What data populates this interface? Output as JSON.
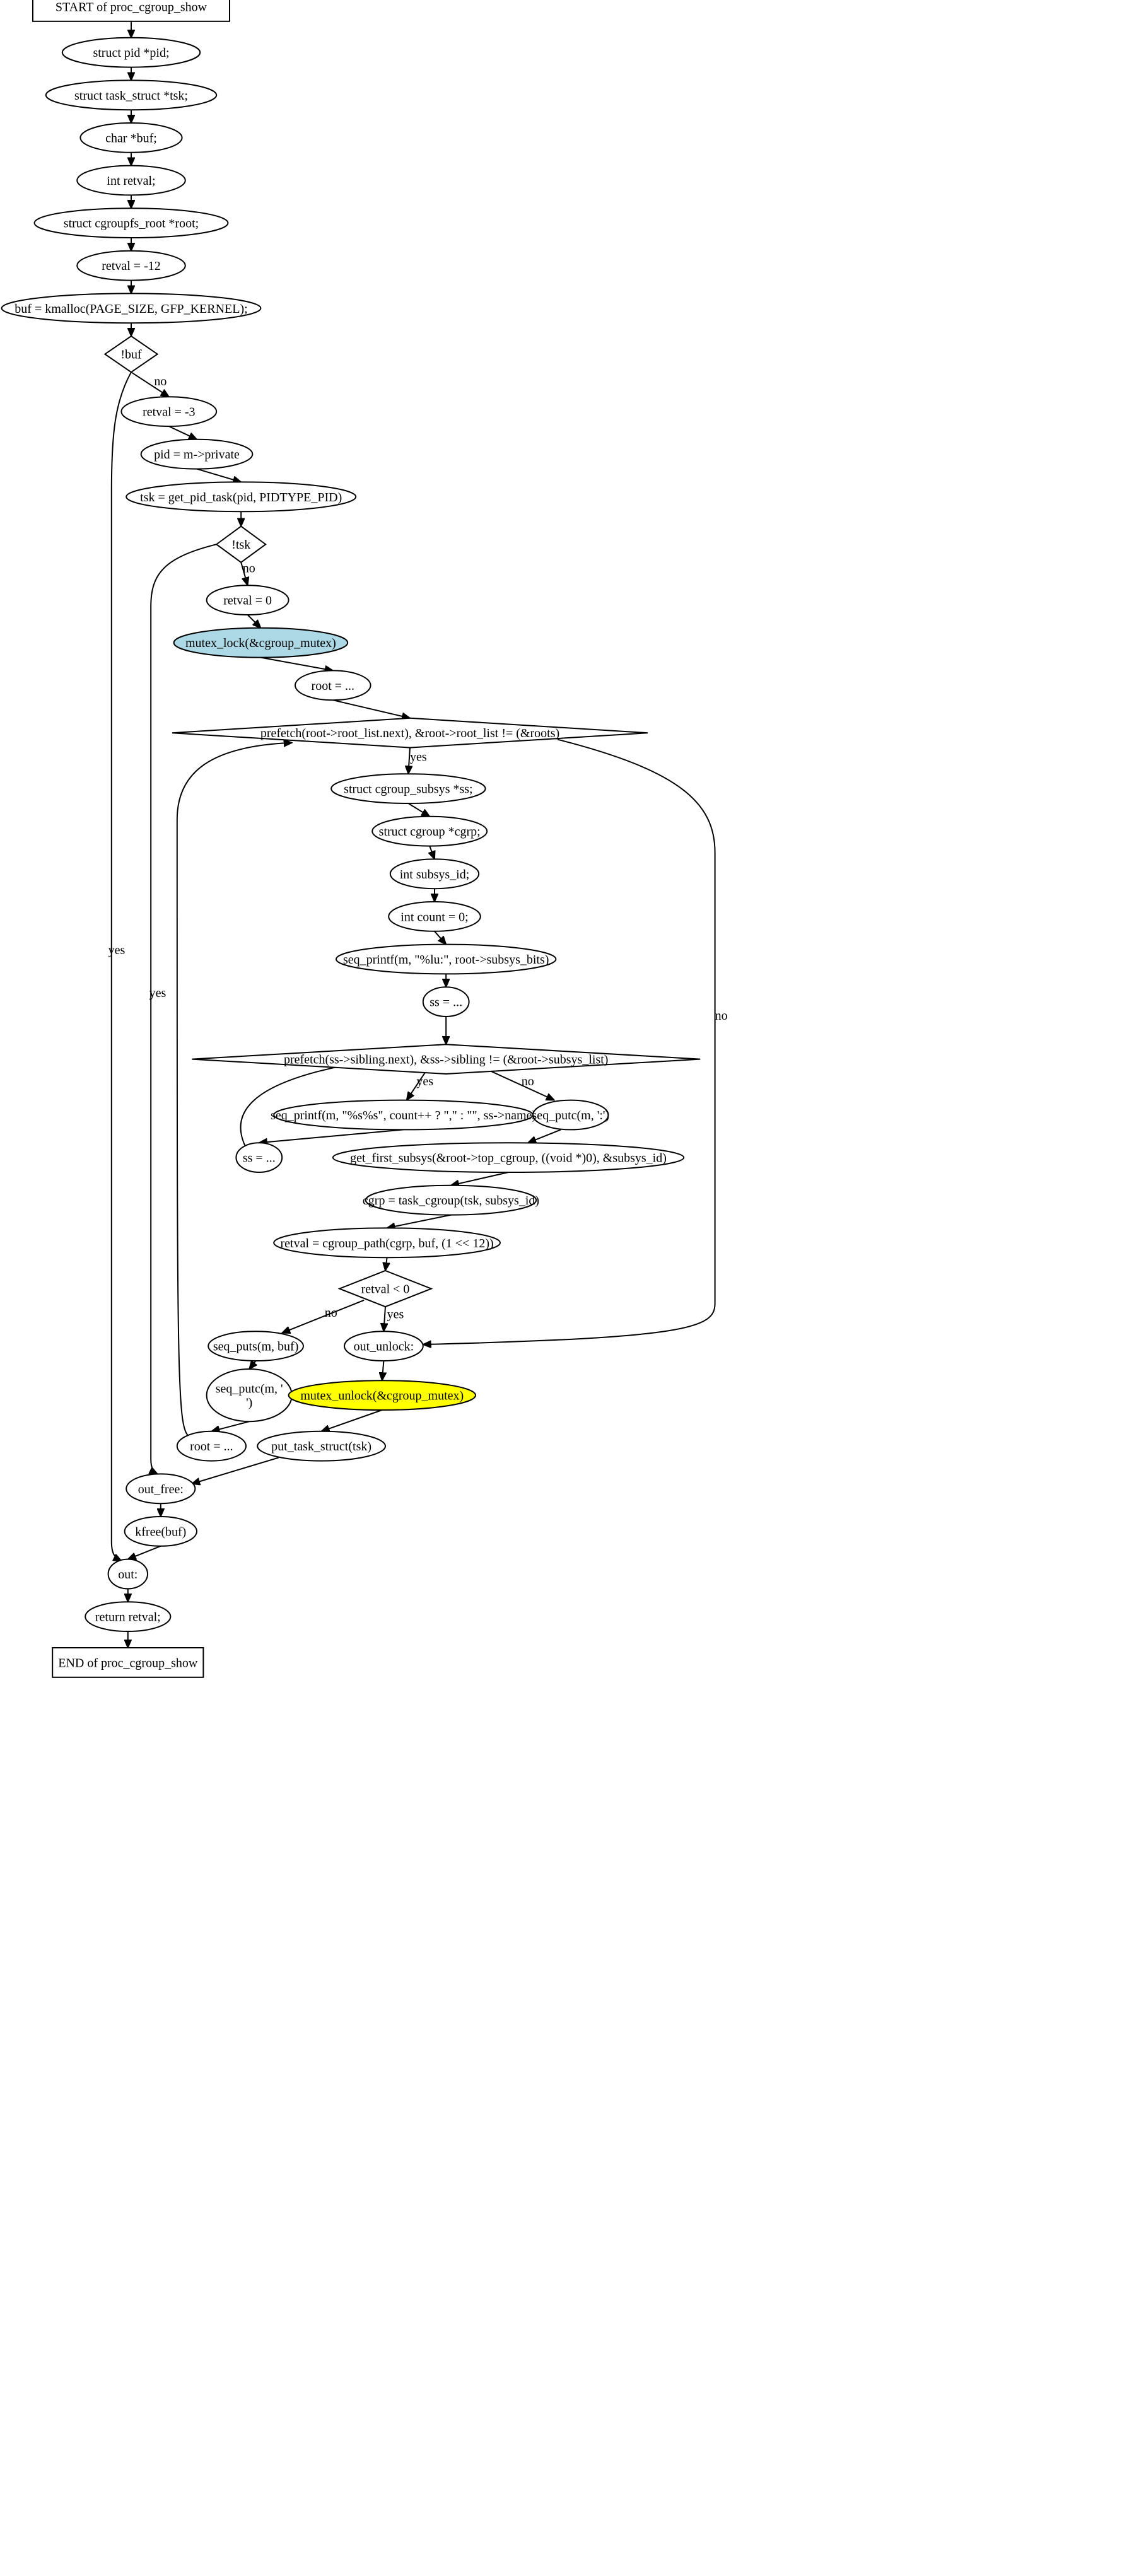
{
  "diagram": {
    "nodes": [
      {
        "id": "start",
        "shape": "box",
        "lines": [
          "START of proc_cgroup_show"
        ]
      },
      {
        "id": "n1",
        "shape": "ellipse",
        "lines": [
          "struct pid *pid;"
        ]
      },
      {
        "id": "n2",
        "shape": "ellipse",
        "lines": [
          "struct task_struct *tsk;"
        ]
      },
      {
        "id": "n3",
        "shape": "ellipse",
        "lines": [
          "char *buf;"
        ]
      },
      {
        "id": "n4",
        "shape": "ellipse",
        "lines": [
          "int retval;"
        ]
      },
      {
        "id": "n5",
        "shape": "ellipse",
        "lines": [
          "struct cgroupfs_root *root;"
        ]
      },
      {
        "id": "n6",
        "shape": "ellipse",
        "lines": [
          "retval = -12"
        ]
      },
      {
        "id": "n7",
        "shape": "ellipse",
        "lines": [
          "buf = kmalloc(PAGE_SIZE, GFP_KERNEL);"
        ]
      },
      {
        "id": "d_buf",
        "shape": "diamond",
        "lines": [
          "!buf"
        ]
      },
      {
        "id": "n8",
        "shape": "ellipse",
        "lines": [
          "retval = -3"
        ]
      },
      {
        "id": "n9",
        "shape": "ellipse",
        "lines": [
          "pid = m->private"
        ]
      },
      {
        "id": "n10",
        "shape": "ellipse",
        "lines": [
          "tsk = get_pid_task(pid, PIDTYPE_PID)"
        ]
      },
      {
        "id": "d_tsk",
        "shape": "diamond",
        "lines": [
          "!tsk"
        ]
      },
      {
        "id": "n11",
        "shape": "ellipse",
        "lines": [
          "retval = 0"
        ]
      },
      {
        "id": "n12",
        "shape": "ellipse",
        "lines": [
          "mutex_lock(&cgroup_mutex)"
        ],
        "fill": "#add8e6"
      },
      {
        "id": "n13",
        "shape": "ellipse",
        "lines": [
          "root = ..."
        ]
      },
      {
        "id": "d_root",
        "shape": "diamond",
        "lines": [
          "prefetch(root->root_list.next), &root->root_list != (&roots)"
        ]
      },
      {
        "id": "n14",
        "shape": "ellipse",
        "lines": [
          "struct cgroup_subsys *ss;"
        ]
      },
      {
        "id": "n15",
        "shape": "ellipse",
        "lines": [
          "struct cgroup *cgrp;"
        ]
      },
      {
        "id": "n16",
        "shape": "ellipse",
        "lines": [
          "int subsys_id;"
        ]
      },
      {
        "id": "n17",
        "shape": "ellipse",
        "lines": [
          "int count = 0;"
        ]
      },
      {
        "id": "n18",
        "shape": "ellipse",
        "lines": [
          "seq_printf(m, \"%lu:\", root->subsys_bits)"
        ]
      },
      {
        "id": "n19",
        "shape": "ellipse",
        "lines": [
          "ss = ..."
        ]
      },
      {
        "id": "d_ss",
        "shape": "diamond",
        "lines": [
          "prefetch(ss->sibling.next), &ss->sibling != (&root->subsys_list)"
        ]
      },
      {
        "id": "n20",
        "shape": "ellipse",
        "lines": [
          "seq_printf(m, \"%s%s\", count++ ? \",\" : \"\", ss->name)"
        ]
      },
      {
        "id": "n21",
        "shape": "ellipse",
        "lines": [
          "seq_putc(m, ':')"
        ]
      },
      {
        "id": "n22",
        "shape": "ellipse",
        "lines": [
          "ss = ..."
        ]
      },
      {
        "id": "n23",
        "shape": "ellipse",
        "lines": [
          "get_first_subsys(&root->top_cgroup, ((void *)0), &subsys_id)"
        ]
      },
      {
        "id": "n24",
        "shape": "ellipse",
        "lines": [
          "cgrp = task_cgroup(tsk, subsys_id)"
        ]
      },
      {
        "id": "n25",
        "shape": "ellipse",
        "lines": [
          "retval = cgroup_path(cgrp, buf, (1 << 12))"
        ]
      },
      {
        "id": "d_ret",
        "shape": "diamond",
        "lines": [
          "retval < 0"
        ]
      },
      {
        "id": "n26",
        "shape": "ellipse",
        "lines": [
          "seq_puts(m, buf)"
        ]
      },
      {
        "id": "n27",
        "shape": "ellipse",
        "lines": [
          "out_unlock:"
        ]
      },
      {
        "id": "n28",
        "shape": "ellipse",
        "lines": [
          "seq_putc(m, '",
          "')"
        ]
      },
      {
        "id": "n29",
        "shape": "ellipse",
        "lines": [
          "mutex_unlock(&cgroup_mutex)"
        ],
        "fill": "#ffff00"
      },
      {
        "id": "n30",
        "shape": "ellipse",
        "lines": [
          "root = ..."
        ]
      },
      {
        "id": "n31",
        "shape": "ellipse",
        "lines": [
          "put_task_struct(tsk)"
        ]
      },
      {
        "id": "n32",
        "shape": "ellipse",
        "lines": [
          "out_free:"
        ]
      },
      {
        "id": "n33",
        "shape": "ellipse",
        "lines": [
          "kfree(buf)"
        ]
      },
      {
        "id": "n34",
        "shape": "ellipse",
        "lines": [
          "out:"
        ]
      },
      {
        "id": "n35",
        "shape": "ellipse",
        "lines": [
          "return retval;"
        ]
      },
      {
        "id": "end",
        "shape": "box",
        "lines": [
          "END of proc_cgroup_show"
        ]
      }
    ],
    "edges": [
      {
        "from": "start",
        "to": "n1",
        "label": ""
      },
      {
        "from": "n1",
        "to": "n2",
        "label": ""
      },
      {
        "from": "n2",
        "to": "n3",
        "label": ""
      },
      {
        "from": "n3",
        "to": "n4",
        "label": ""
      },
      {
        "from": "n4",
        "to": "n5",
        "label": ""
      },
      {
        "from": "n5",
        "to": "n6",
        "label": ""
      },
      {
        "from": "n6",
        "to": "n7",
        "label": ""
      },
      {
        "from": "n7",
        "to": "d_buf",
        "label": ""
      },
      {
        "from": "d_buf",
        "to": "n8",
        "label": "no"
      },
      {
        "from": "d_buf",
        "to": "n34",
        "label": "yes"
      },
      {
        "from": "n8",
        "to": "n9",
        "label": ""
      },
      {
        "from": "n9",
        "to": "n10",
        "label": ""
      },
      {
        "from": "n10",
        "to": "d_tsk",
        "label": ""
      },
      {
        "from": "d_tsk",
        "to": "n11",
        "label": "no"
      },
      {
        "from": "d_tsk",
        "to": "n32",
        "label": "yes"
      },
      {
        "from": "n11",
        "to": "n12",
        "label": ""
      },
      {
        "from": "n12",
        "to": "n13",
        "label": ""
      },
      {
        "from": "n13",
        "to": "d_root",
        "label": ""
      },
      {
        "from": "d_root",
        "to": "n14",
        "label": "yes"
      },
      {
        "from": "d_root",
        "to": "n27",
        "label": "no"
      },
      {
        "from": "n14",
        "to": "n15",
        "label": ""
      },
      {
        "from": "n15",
        "to": "n16",
        "label": ""
      },
      {
        "from": "n16",
        "to": "n17",
        "label": ""
      },
      {
        "from": "n17",
        "to": "n18",
        "label": ""
      },
      {
        "from": "n18",
        "to": "n19",
        "label": ""
      },
      {
        "from": "n19",
        "to": "d_ss",
        "label": ""
      },
      {
        "from": "d_ss",
        "to": "n20",
        "label": "yes"
      },
      {
        "from": "d_ss",
        "to": "n21",
        "label": "no"
      },
      {
        "from": "n20",
        "to": "n22",
        "label": ""
      },
      {
        "from": "n22",
        "to": "d_ss",
        "label": ""
      },
      {
        "from": "n21",
        "to": "n23",
        "label": ""
      },
      {
        "from": "n23",
        "to": "n24",
        "label": ""
      },
      {
        "from": "n24",
        "to": "n25",
        "label": ""
      },
      {
        "from": "n25",
        "to": "d_ret",
        "label": ""
      },
      {
        "from": "d_ret",
        "to": "n26",
        "label": "no"
      },
      {
        "from": "d_ret",
        "to": "n27",
        "label": "yes"
      },
      {
        "from": "n26",
        "to": "n28",
        "label": ""
      },
      {
        "from": "n28",
        "to": "n30",
        "label": ""
      },
      {
        "from": "n30",
        "to": "d_root",
        "label": ""
      },
      {
        "from": "n27",
        "to": "n29",
        "label": ""
      },
      {
        "from": "n29",
        "to": "n31",
        "label": ""
      },
      {
        "from": "n31",
        "to": "n32",
        "label": ""
      },
      {
        "from": "n32",
        "to": "n33",
        "label": ""
      },
      {
        "from": "n33",
        "to": "n34",
        "label": ""
      },
      {
        "from": "n34",
        "to": "n35",
        "label": ""
      },
      {
        "from": "n35",
        "to": "end",
        "label": ""
      }
    ]
  }
}
